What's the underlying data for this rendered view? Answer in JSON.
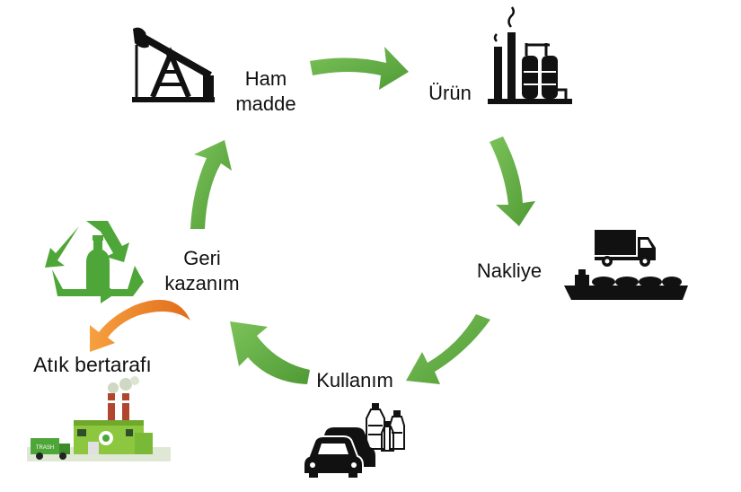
{
  "labels": {
    "raw_material": {
      "line1": "Ham",
      "line2": "madde"
    },
    "product": "Ürün",
    "transport": "Nakliye",
    "usage": "Kullanım",
    "recovery": {
      "line1": "Geri",
      "line2": "kazanım"
    },
    "disposal": "Atık bertarafı"
  },
  "factory_sign": "TRASH",
  "colors": {
    "cycle_arrow": "#6ab04c",
    "cycle_arrow_dark": "#4f9a35",
    "disposal_arrow": "#f0882a",
    "recycle_icon": "#4ea638",
    "factory": "#8dc63f",
    "icon_dark": "#111111"
  },
  "icons": [
    "oil-pump-icon",
    "refinery-icon",
    "truck-icon",
    "ship-icon",
    "cars-icon",
    "bottles-icon",
    "recycle-bottle-icon",
    "recycling-factory-icon"
  ]
}
